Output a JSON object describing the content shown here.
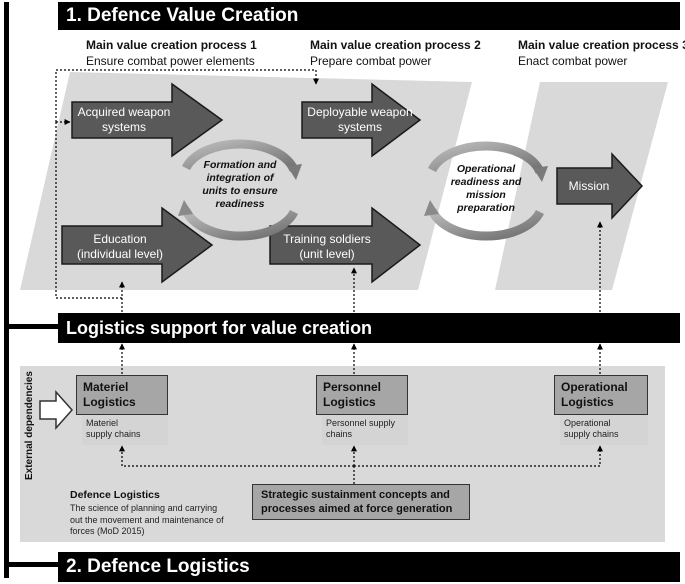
{
  "value_creation": {
    "title": "1. Defence Value Creation",
    "processes": [
      {
        "title": "Main value creation process 1",
        "subtitle": "Ensure combat power elements"
      },
      {
        "title": "Main value creation process 2",
        "subtitle": "Prepare combat power"
      },
      {
        "title": "Main value creation process 3",
        "subtitle": "Enact combat power"
      }
    ],
    "arrows": {
      "acquired": [
        "Acquired weapon",
        "systems"
      ],
      "education": [
        "Education",
        "(individual level)"
      ],
      "deployable": [
        "Deployable weapon",
        "systems"
      ],
      "training": [
        "Training soldiers",
        "(unit level)"
      ],
      "mission": [
        "Mission"
      ]
    },
    "cycles": {
      "formation": [
        "Formation and",
        "integration of",
        "units to ensure",
        "readiness"
      ],
      "operational": [
        "Operational",
        "readiness and",
        "mission",
        "preparation"
      ]
    }
  },
  "logistics_support": {
    "title": "Logistics support for value creation"
  },
  "defence_logistics_section": {
    "title": "2. Defence Logistics",
    "external_dependencies": "External dependencies",
    "boxes": [
      {
        "head": [
          "Materiel",
          "Logistics"
        ],
        "body": [
          "Materiel",
          "supply chains"
        ]
      },
      {
        "head": [
          "Personnel",
          "Logistics"
        ],
        "body": [
          "Personnel supply",
          "chains"
        ]
      },
      {
        "head": [
          "Operational",
          "Logistics"
        ],
        "body": [
          "Operational",
          "supply chains"
        ]
      }
    ],
    "definition": {
      "title": "Defence Logistics",
      "lines": [
        "The science of planning and carrying",
        "out the movement and maintenance of",
        "forces  (MoD 2015)"
      ]
    },
    "strategic": [
      "Strategic sustainment concepts and",
      "processes aimed at force generation"
    ]
  },
  "colors": {
    "bar": "#000000",
    "panel": "#d9d9d9",
    "arrow": "#595959",
    "header_box": "#a6a6a6"
  }
}
